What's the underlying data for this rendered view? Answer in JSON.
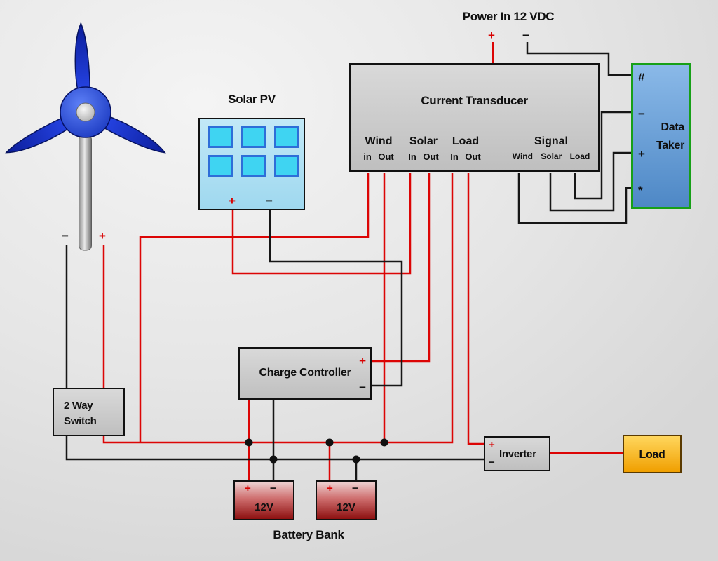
{
  "colors": {
    "wire_positive": "#dc0505",
    "wire_negative": "#161616",
    "data_taker_border": "#17a017",
    "solar_cell_fill": "#3fd4f2",
    "load_fill": "#f0a000",
    "turbine_blue": "#1636d8"
  },
  "labels": {
    "power_in": "Power In 12 VDC",
    "solar_pv": "Solar PV",
    "battery_bank": "Battery Bank",
    "plus": "+",
    "minus": "−"
  },
  "components": {
    "current_transducer": {
      "title": "Current Transducer",
      "channels": [
        {
          "name": "Wind",
          "terminals": "in Out"
        },
        {
          "name": "Solar",
          "terminals": "In Out"
        },
        {
          "name": "Load",
          "terminals": "In Out"
        }
      ],
      "signal": {
        "name": "Signal",
        "terminals": "Wind Solar Load"
      }
    },
    "data_taker": {
      "line1": "Data",
      "line2": "Taker",
      "terminals": [
        "#",
        "−",
        "+",
        "*"
      ]
    },
    "charge_controller": {
      "title": "Charge Controller"
    },
    "two_way_switch": {
      "line1": "2 Way",
      "line2": "Switch"
    },
    "inverter": {
      "title": "Inverter"
    },
    "load": {
      "title": "Load"
    },
    "batteries": [
      {
        "label": "12V"
      },
      {
        "label": "12V"
      }
    ]
  }
}
